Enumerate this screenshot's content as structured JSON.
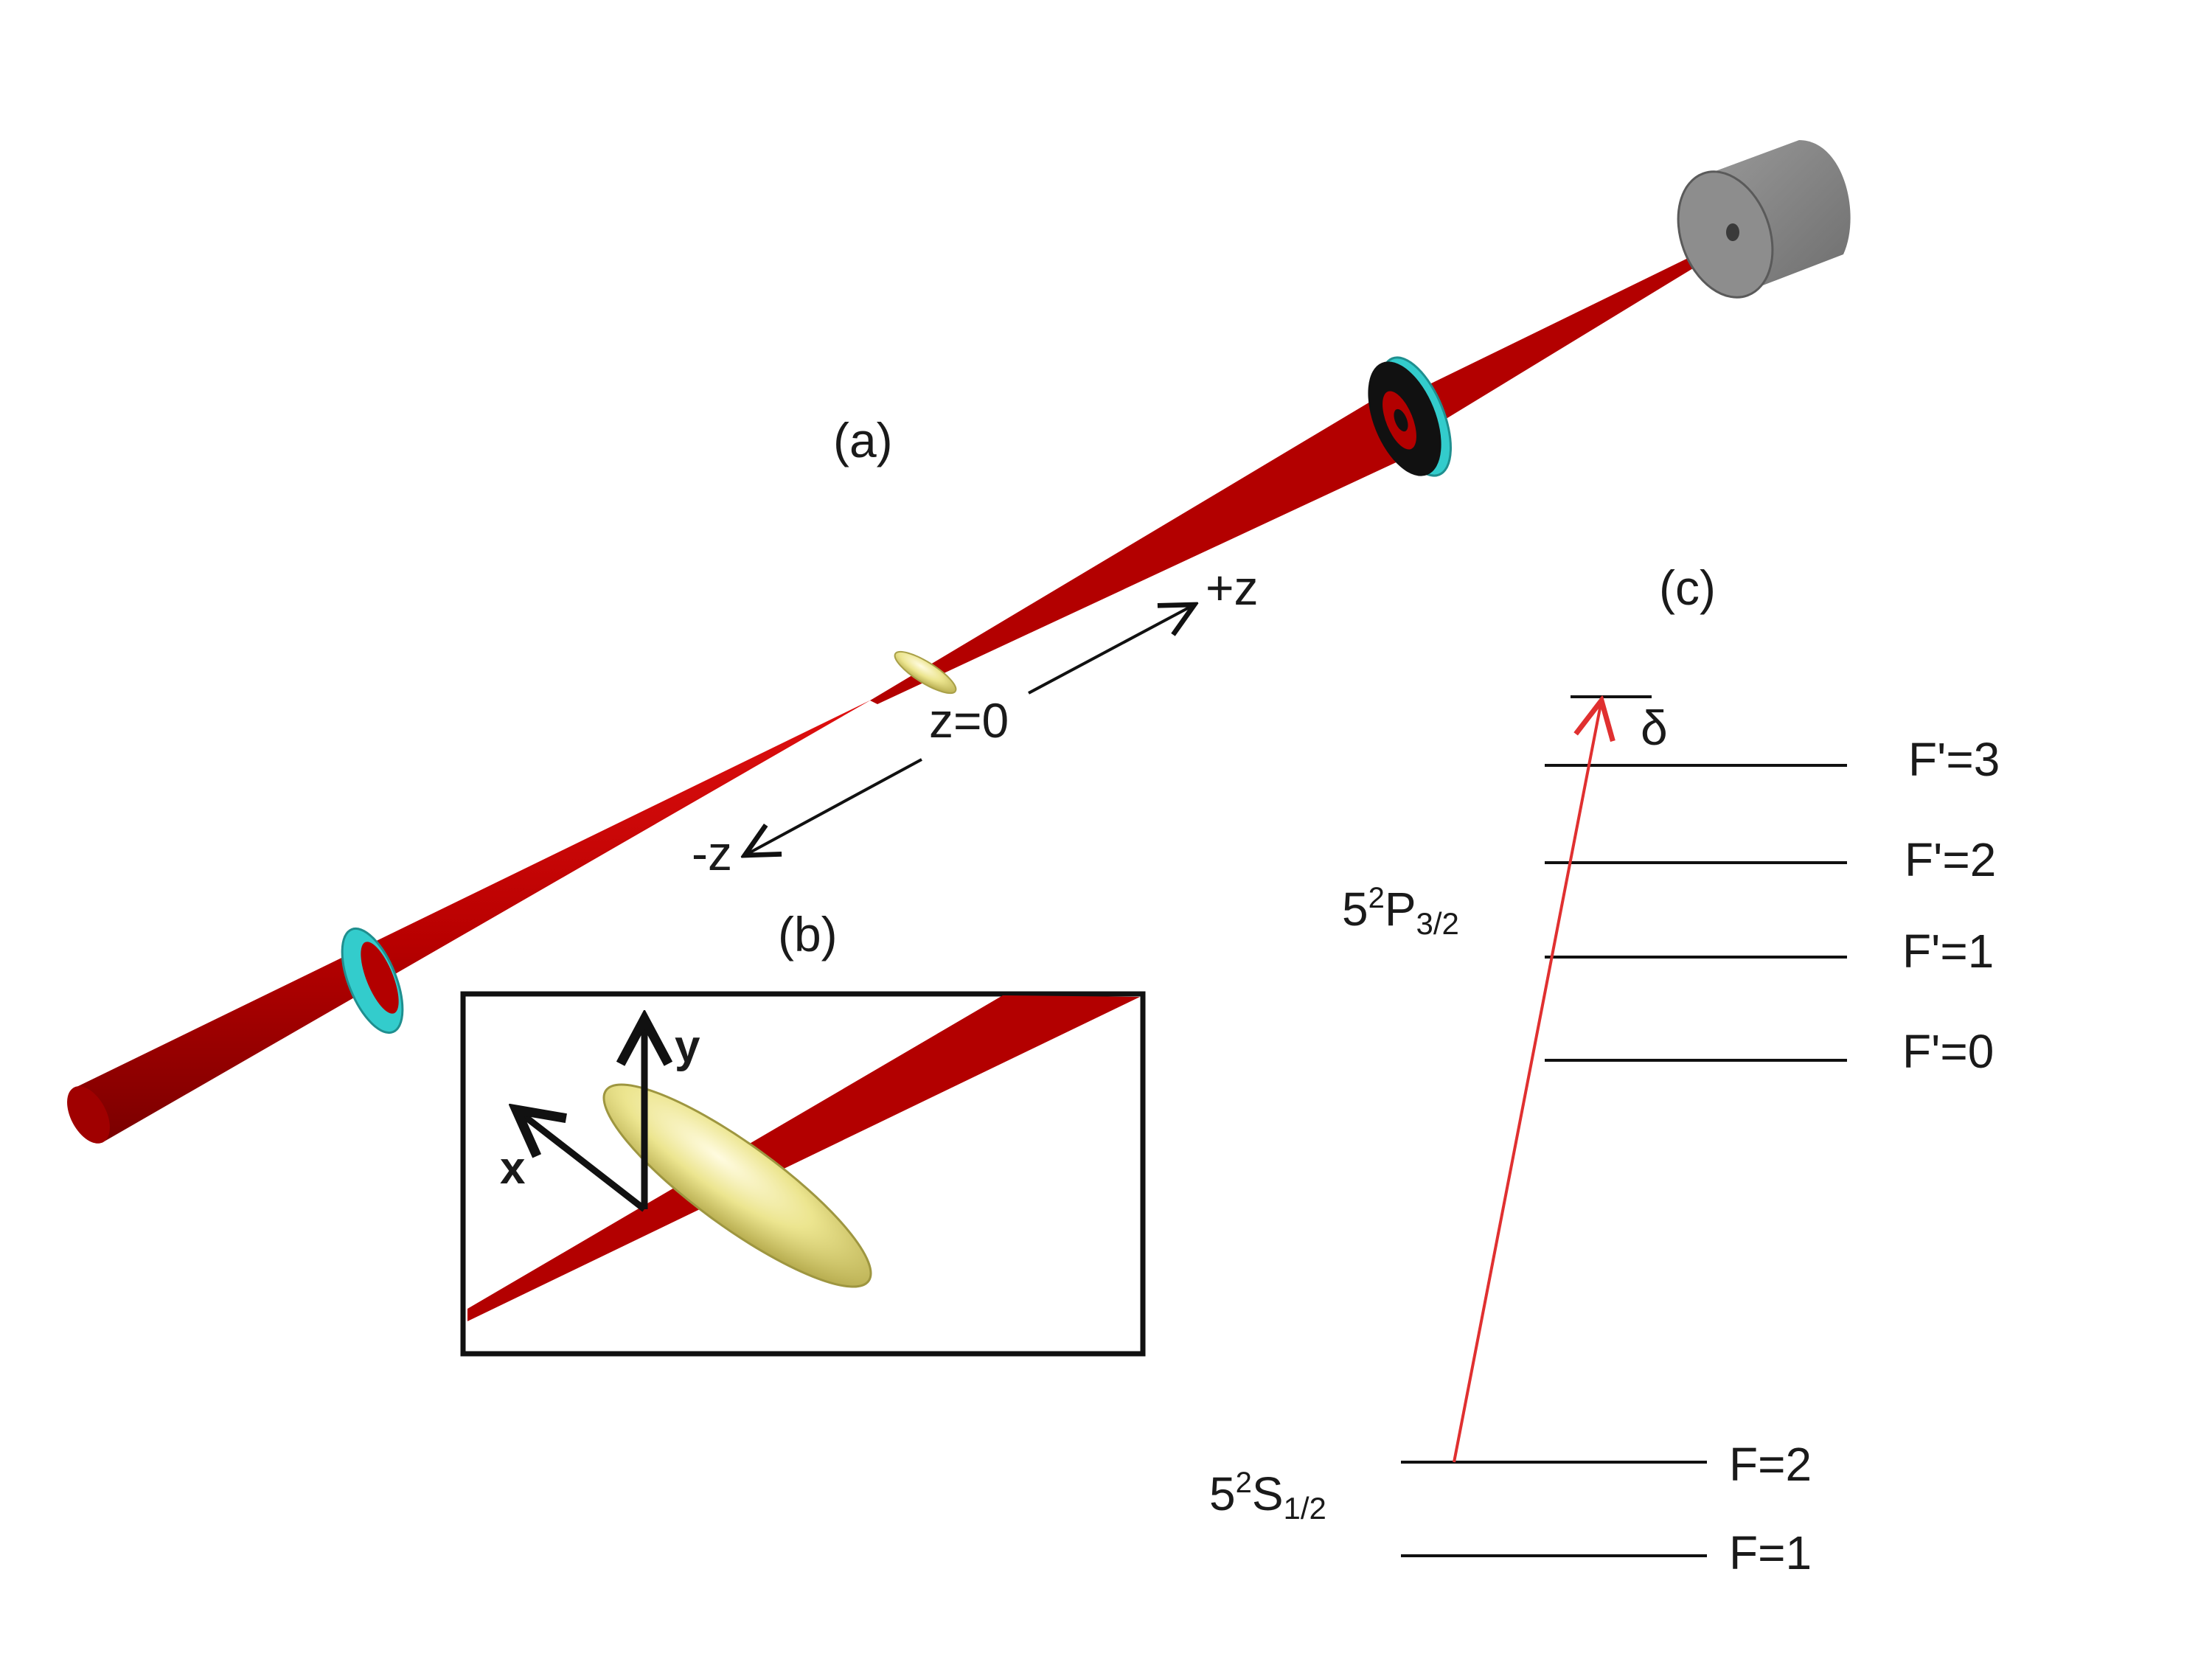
{
  "panel_a": {
    "label": "(a)",
    "plus_z": "+z",
    "minus_z": "-z",
    "origin": "z=0"
  },
  "panel_b": {
    "label": "(b)",
    "axis_x": "x",
    "axis_y": "y"
  },
  "panel_c": {
    "label": "(c)",
    "detuning": "δ",
    "excited_state": {
      "base": "5",
      "sup": "2",
      "letter": "P",
      "sub": "3/2"
    },
    "ground_state": {
      "base": "5",
      "sup": "2",
      "letter": "S",
      "sub": "1/2"
    },
    "excited_levels": [
      "F'=3",
      "F'=2",
      "F'=1",
      "F'=0"
    ],
    "ground_levels": [
      "F=2",
      "F=1"
    ]
  },
  "colors": {
    "beam": "#b30000",
    "lens": "#33cccc",
    "cloud": "#e8e38a",
    "detector": "#8a8a8a",
    "transition_arrow": "#e03030"
  }
}
